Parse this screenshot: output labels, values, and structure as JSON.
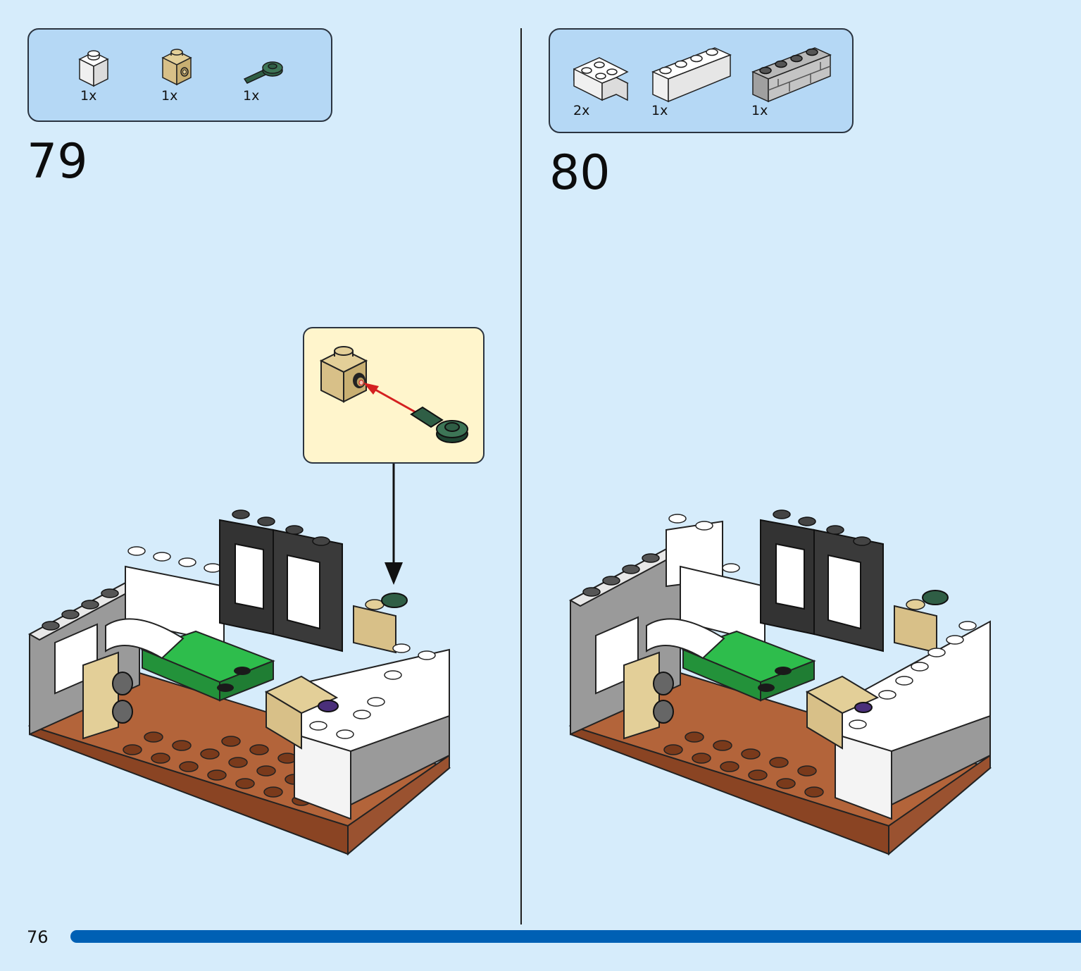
{
  "step79": {
    "number": "79",
    "parts": [
      {
        "qty": "1x",
        "icon": "white-1x1-brick-icon"
      },
      {
        "qty": "1x",
        "icon": "tan-1x1-brick-with-stud-hole-icon"
      },
      {
        "qty": "1x",
        "icon": "dark-green-round-plate-with-bar-icon"
      }
    ]
  },
  "step80": {
    "number": "80",
    "parts": [
      {
        "qty": "2x",
        "icon": "white-corner-brick-icon"
      },
      {
        "qty": "1x",
        "icon": "white-1x4-brick-icon"
      },
      {
        "qty": "1x",
        "icon": "grey-1x4-masonry-brick-icon"
      }
    ]
  },
  "page": {
    "number": "76"
  },
  "colors": {
    "background": "#d6ecfb",
    "parts_box": "#b5d8f5",
    "callout": "#fff5cc",
    "progress": "#0060b4",
    "arrow": "#d42020"
  }
}
